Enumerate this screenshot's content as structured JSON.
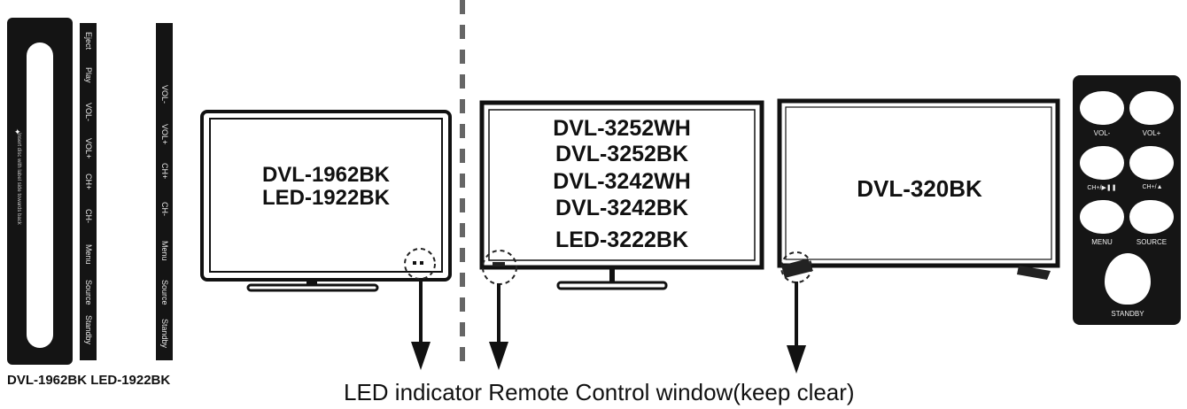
{
  "side_panels": {
    "strip1_buttons": [
      "Eject",
      "Play",
      "VOL-",
      "VOL+",
      "CH+",
      "CH-",
      "Menu",
      "Source",
      "Standby"
    ],
    "strip2_buttons": [
      "VOL-",
      "VOL+",
      "CH+",
      "CH-",
      "Menu",
      "Source",
      "Standby"
    ],
    "tiny_vertical_text": "Insert disc with label side towards back",
    "caption": "DVL-1962BK LED-1922BK"
  },
  "tv_small": {
    "models": [
      "DVL-1962BK",
      "LED-1922BK"
    ]
  },
  "tv_medium": {
    "models": [
      "DVL-3252WH",
      "DVL-3252BK",
      "DVL-3242WH",
      "DVL-3242BK",
      "LED-3222BK"
    ]
  },
  "tv_large": {
    "models": [
      "DVL-320BK"
    ]
  },
  "keypad": {
    "labels": [
      "VOL-",
      "VOL+",
      "CH+/▶❚❚",
      "CH+/▲",
      "MENU",
      "SOURCE",
      "STANDBY"
    ]
  },
  "bottom_caption": "LED indicator Remote Control window(keep clear)",
  "colors": {
    "ink": "#111111",
    "panel": "#151515",
    "divider": "#666666"
  }
}
